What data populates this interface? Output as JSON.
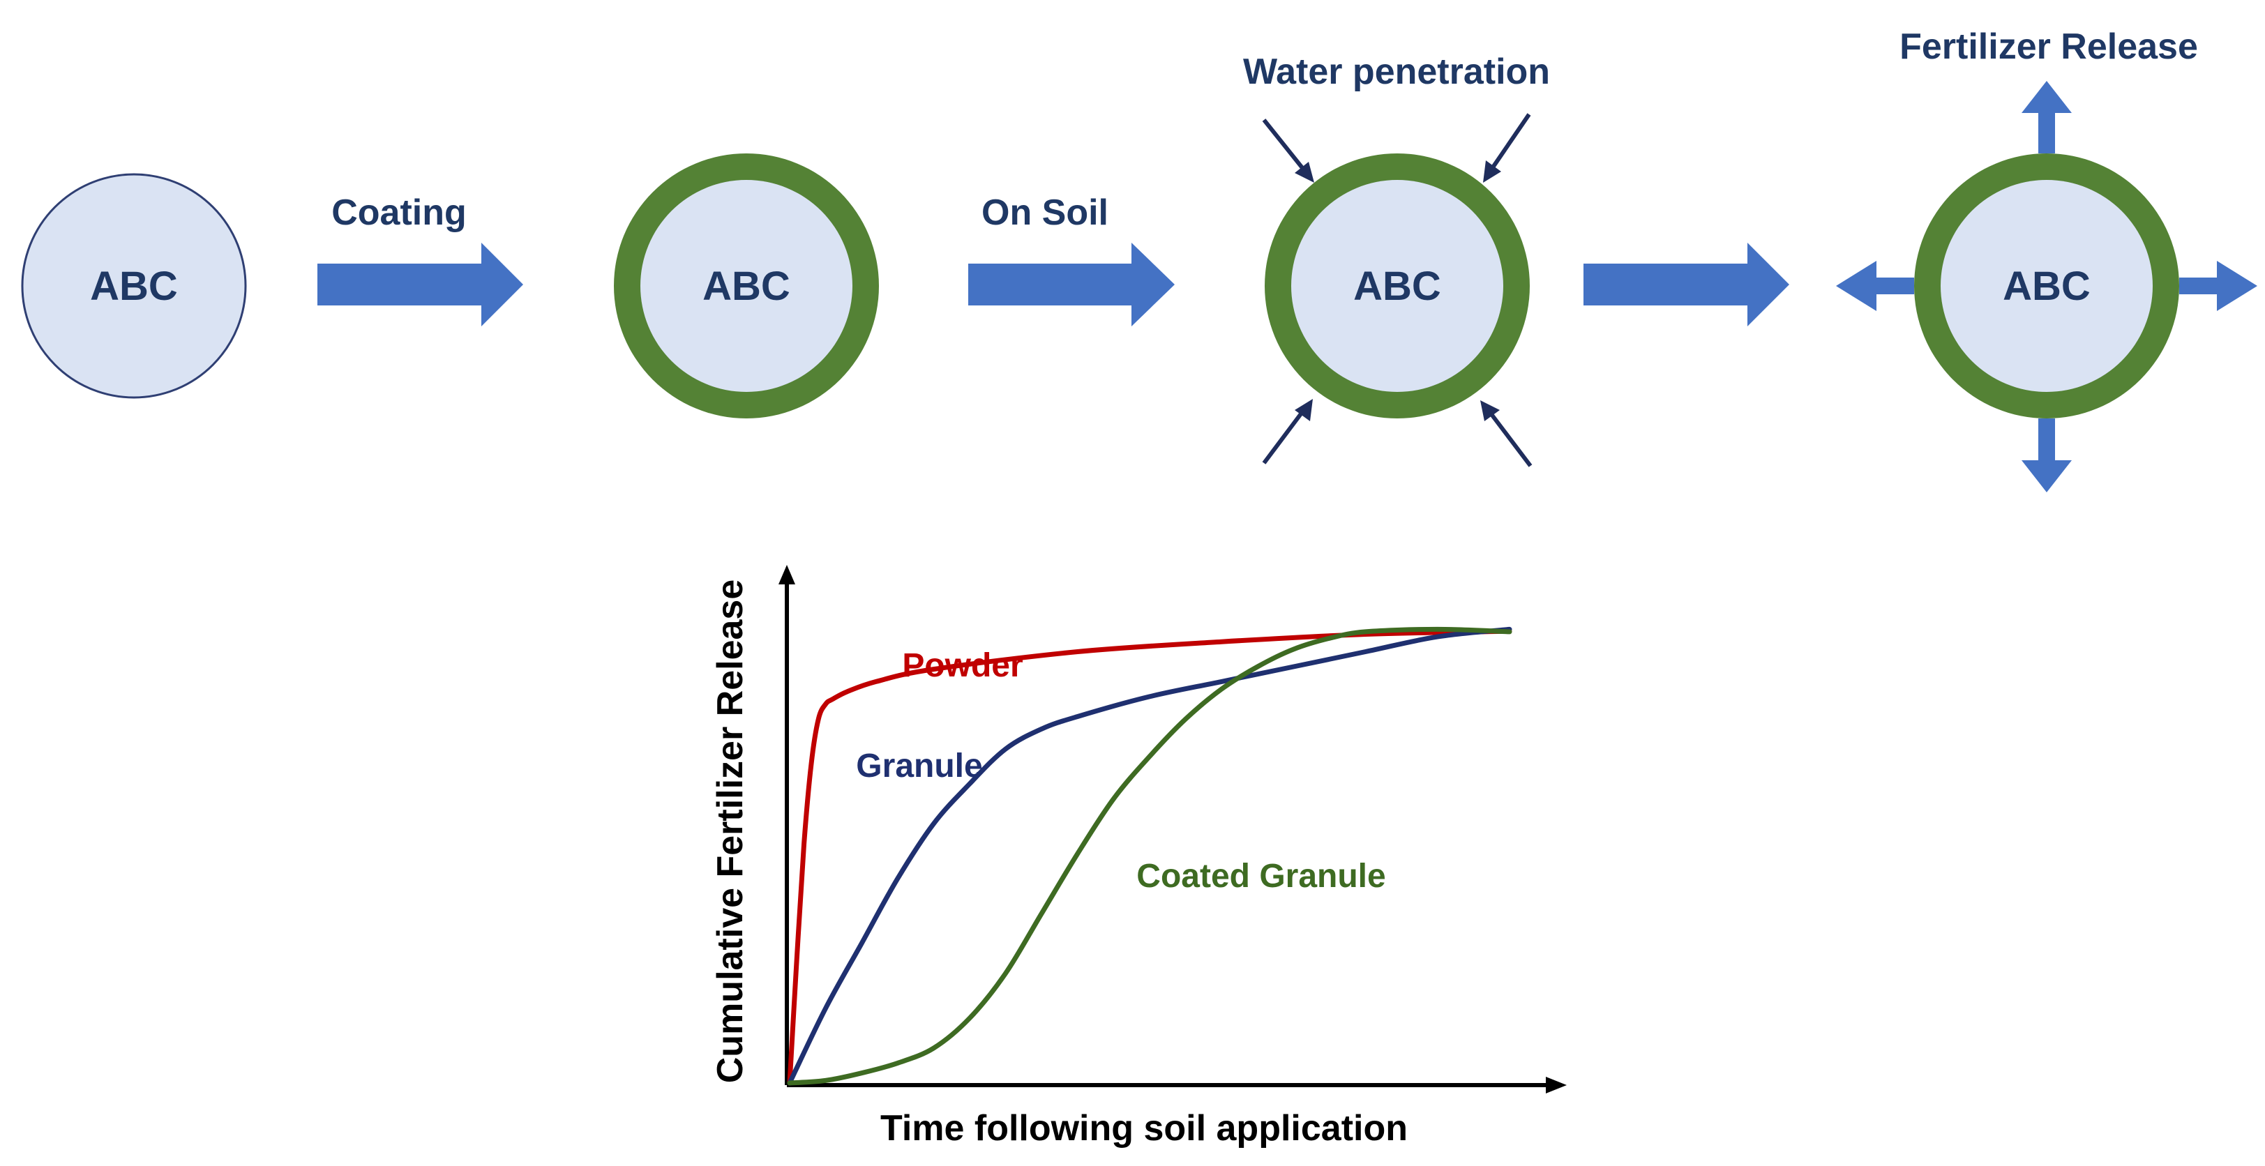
{
  "colors": {
    "core_fill": "#dae3f3",
    "core_stroke": "#2f3f73",
    "coating": "#548235",
    "block_arrow": "#4472c4",
    "label_text": "#1f3864",
    "powder": "#c00000",
    "granule": "#1f3070",
    "coated_granule": "#3e6b22",
    "axis": "#000000"
  },
  "process": {
    "core_label": "ABC",
    "step1_label": "Coating",
    "step2_label": "On Soil",
    "water_label": "Water penetration",
    "release_label": "Fertilizer Release"
  },
  "chart_data": {
    "type": "line",
    "ylabel": "Cumulative Fertilizer Release",
    "xlabel": "Time following soil application",
    "xlim": [
      0,
      100
    ],
    "ylim": [
      0,
      100
    ],
    "series": [
      {
        "name": "Powder",
        "color": "#c00000",
        "x": [
          0,
          1,
          2,
          3,
          4,
          5,
          6,
          8,
          12,
          20,
          40,
          60,
          80,
          100
        ],
        "y": [
          0,
          25,
          48,
          64,
          73,
          76,
          77,
          78.5,
          80.5,
          83,
          86.5,
          88.5,
          90,
          90.6
        ]
      },
      {
        "name": "Granule",
        "color": "#1f3070",
        "x": [
          0,
          5,
          10,
          15,
          20,
          25,
          30,
          35,
          40,
          50,
          60,
          70,
          80,
          90,
          100
        ],
        "y": [
          0,
          15,
          28,
          41,
          52,
          60,
          67,
          71,
          73.5,
          77.5,
          80.5,
          83.5,
          86.5,
          89.5,
          91
        ]
      },
      {
        "name": "Coated Granule",
        "color": "#3e6b22",
        "x": [
          0,
          5,
          10,
          15,
          20,
          25,
          30,
          35,
          40,
          45,
          50,
          55,
          60,
          65,
          70,
          75,
          80,
          90,
          100
        ],
        "y": [
          0,
          0.5,
          2,
          4,
          7,
          13,
          22,
          34,
          46,
          57,
          65.5,
          73,
          79,
          83.5,
          87,
          89.2,
          90.5,
          91,
          90.5
        ]
      }
    ]
  }
}
